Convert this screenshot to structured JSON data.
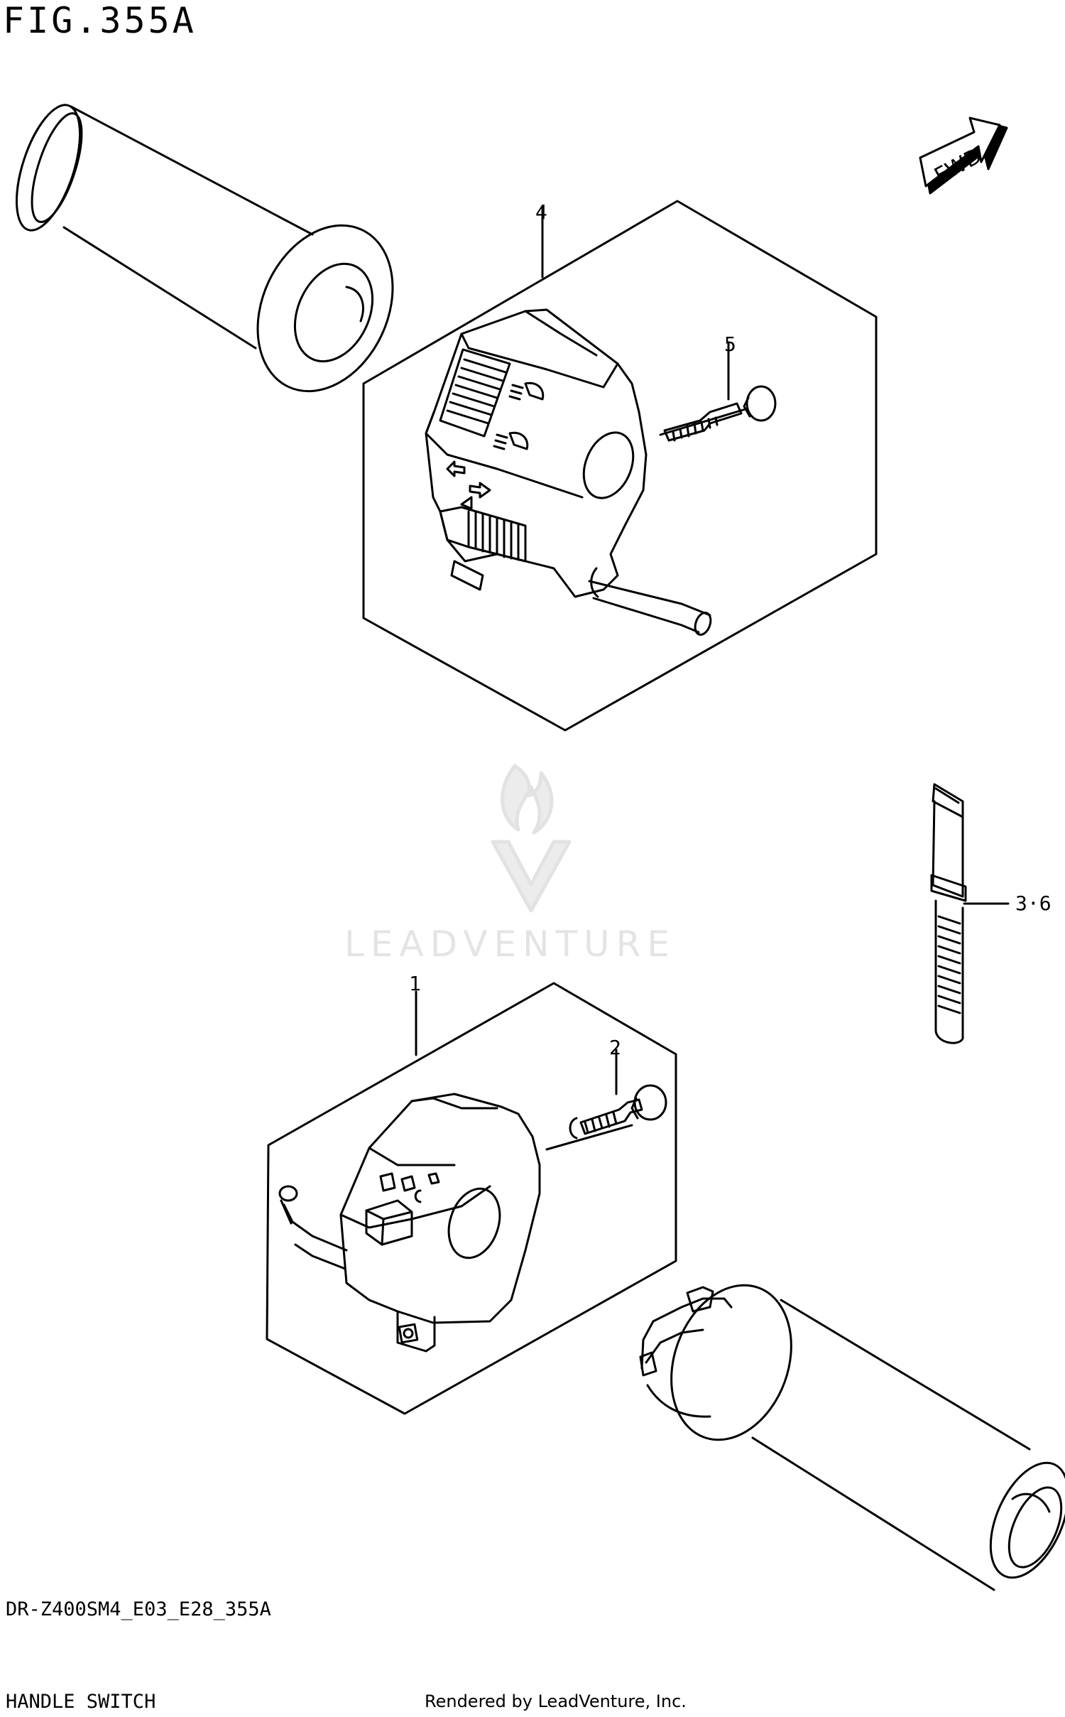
{
  "figure": {
    "title": "FIG.355A",
    "model_code": "DR-Z400SM4_E03_E28_355A",
    "section_name": "HANDLE SWITCH",
    "rendered_by": "Rendered by LeadVenture, Inc.",
    "watermark_text": "LEADVENTURE",
    "fwd_label": "FWD"
  },
  "callouts": [
    {
      "id": "part-1",
      "label": "1"
    },
    {
      "id": "part-2",
      "label": "2"
    },
    {
      "id": "part-4",
      "label": "4"
    },
    {
      "id": "part-5",
      "label": "5"
    },
    {
      "id": "part-3-6",
      "label": "3·6"
    }
  ],
  "colors": {
    "line": "#000000",
    "watermark": "#e4e4e4",
    "background": "#ffffff"
  },
  "icons": [
    "fwd-arrow-icon",
    "leadventure-flame-logo-icon"
  ]
}
